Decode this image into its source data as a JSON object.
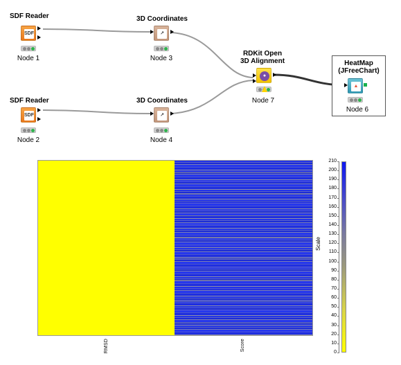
{
  "workflow": {
    "nodes": [
      {
        "title": "SDF Reader",
        "label": "Node 1",
        "icon": "sdf-reader-icon",
        "icon_text": "SDF"
      },
      {
        "title": "3D Coordinates",
        "label": "Node 3",
        "icon": "3d-coordinates-icon"
      },
      {
        "title": "SDF Reader",
        "label": "Node 2",
        "icon": "sdf-reader-icon",
        "icon_text": "SDF"
      },
      {
        "title": "3D Coordinates",
        "label": "Node 4",
        "icon": "3d-coordinates-icon"
      },
      {
        "title_line1": "RDKit Open",
        "title_line2": "3D Alignment",
        "label": "Node 7",
        "icon": "rdkit-icon",
        "status": "warning"
      },
      {
        "title_line1": "HeatMap",
        "title_line2": "(JFreeChart)",
        "label": "Node 6",
        "icon": "heatmap-icon"
      }
    ]
  },
  "heatmap": {
    "columns": [
      "RMSD",
      "Score"
    ],
    "scale_title": "Scale",
    "scale_ticks": [
      "210",
      "200",
      "190",
      "180",
      "170",
      "160",
      "150",
      "140",
      "130",
      "120",
      "110",
      "100",
      "90",
      "80",
      "70",
      "60",
      "50",
      "40",
      "30",
      "20",
      "10",
      "0"
    ],
    "colors": {
      "low": "#ffff00",
      "high": "#0000ff"
    }
  }
}
